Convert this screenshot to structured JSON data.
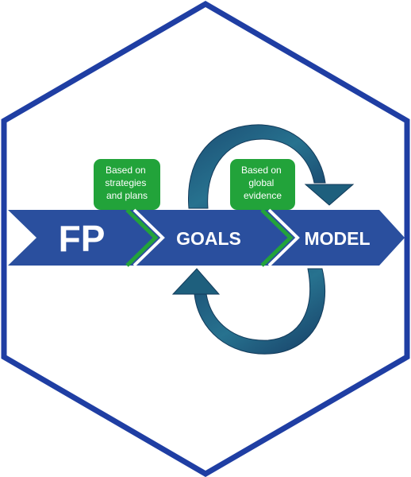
{
  "diagram": {
    "steps": [
      {
        "label": "FP"
      },
      {
        "label": "GOALS"
      },
      {
        "label": "MODEL"
      }
    ],
    "notes": [
      {
        "lines": [
          "Based on",
          "strategies",
          "and plans"
        ]
      },
      {
        "lines": [
          "Based on",
          "global",
          "evidence"
        ]
      }
    ],
    "colors": {
      "hexagon_border": "#1f3ea3",
      "chevron_fill": "#2a4f9e",
      "chevron_separator": "#22a33a",
      "note_fill": "#22a33a",
      "cycle_arrow": "#1e5f7d"
    }
  }
}
